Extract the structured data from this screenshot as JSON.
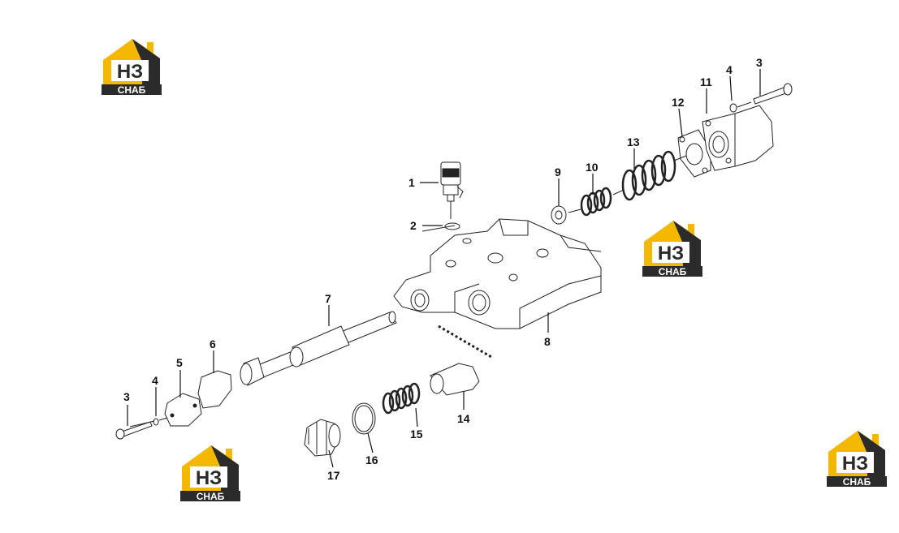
{
  "brand": {
    "primary": "#f5b800",
    "dark": "#2b2b2b"
  },
  "logos": [
    {
      "id": "logo-top-left",
      "mark": "НЗ",
      "caption": "СНАБ"
    },
    {
      "id": "logo-center-right",
      "mark": "НЗ",
      "caption": "СНАБ"
    },
    {
      "id": "logo-bottom-left",
      "mark": "НЗ",
      "caption": "СНАБ"
    },
    {
      "id": "logo-bottom-right",
      "mark": "НЗ",
      "caption": "СНАБ"
    }
  ],
  "callouts": {
    "c1": "1",
    "c2": "2",
    "c3a": "3",
    "c3b": "3",
    "c4a": "4",
    "c4b": "4",
    "c5": "5",
    "c6": "6",
    "c7": "7",
    "c8": "8",
    "c9": "9",
    "c10": "10",
    "c11": "11",
    "c12": "12",
    "c13": "13",
    "c14": "14",
    "c15": "15",
    "c16": "16",
    "c17": "17"
  }
}
